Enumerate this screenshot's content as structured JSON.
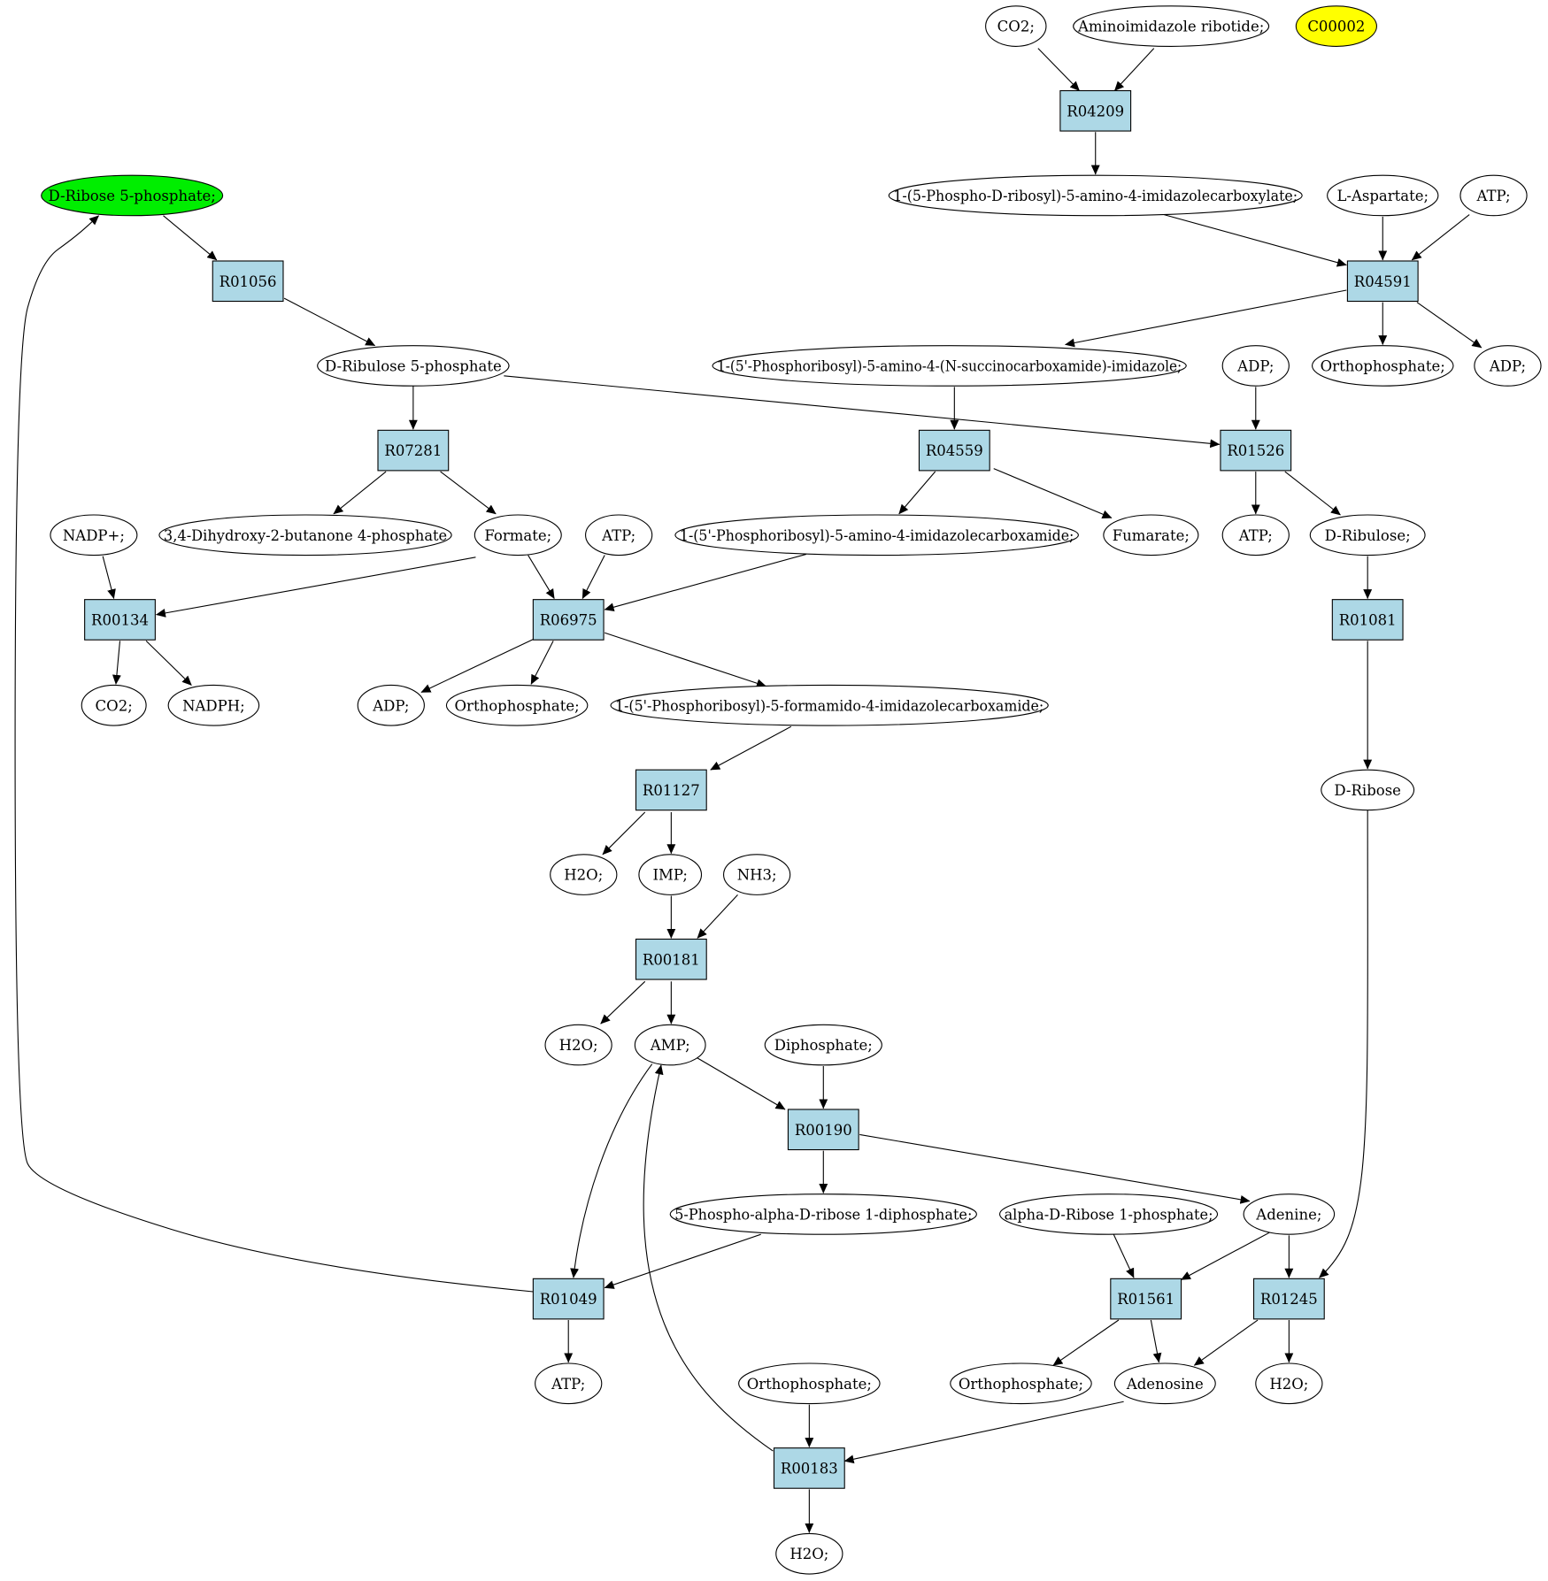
{
  "colors": {
    "reaction_fill": "#add8e6",
    "compound_fill": "#ffffff",
    "start_compound_fill": "#00ee00",
    "highlight_compound_fill": "#ffff00",
    "stroke": "#000000"
  },
  "reactions": {
    "R04209": "R04209",
    "R04591": "R04591",
    "R01056": "R01056",
    "R07281": "R07281",
    "R04559": "R04559",
    "R01526": "R01526",
    "R00134": "R00134",
    "R06975": "R06975",
    "R01081": "R01081",
    "R01127": "R01127",
    "R00181": "R00181",
    "R00190": "R00190",
    "R01049": "R01049",
    "R01561": "R01561",
    "R01245": "R01245",
    "R00183": "R00183"
  },
  "compounds": {
    "co2_top": "CO2;",
    "aminoimidazole_ribotide": "Aminoimidazole ribotide;",
    "c00002": "C00002",
    "d_ribose_5p": "D-Ribose 5-phosphate;",
    "pr_aic_carboxylate": "1-(5-Phospho-D-ribosyl)-5-amino-4-imidazolecarboxylate;",
    "l_aspartate": "L-Aspartate;",
    "atp_r04591": "ATP;",
    "d_ribulose_5p": "D-Ribulose 5-phosphate",
    "saicar": "1-(5'-Phosphoribosyl)-5-amino-4-(N-succinocarboxamide)-imidazole;",
    "adp_r01526": "ADP;",
    "orthophosphate_r04591": "Orthophosphate;",
    "adp_r04591": "ADP;",
    "nadp": "NADP+;",
    "dhbp": "3,4-Dihydroxy-2-butanone 4-phosphate",
    "formate": "Formate;",
    "atp_r06975": "ATP;",
    "aicar": "1-(5'-Phosphoribosyl)-5-amino-4-imidazolecarboxamide;",
    "fumarate": "Fumarate;",
    "atp_r01526": "ATP;",
    "d_ribulose": "D-Ribulose;",
    "co2_r00134": "CO2;",
    "nadph": "NADPH;",
    "adp_r06975": "ADP;",
    "orthophosphate_r06975": "Orthophosphate;",
    "faicar": "1-(5'-Phosphoribosyl)-5-formamido-4-imidazolecarboxamide;",
    "d_ribose": "D-Ribose",
    "h2o_r01127": "H2O;",
    "imp": "IMP;",
    "nh3": "NH3;",
    "h2o_r00181": "H2O;",
    "amp": "AMP;",
    "diphosphate": "Diphosphate;",
    "prpp": "5-Phospho-alpha-D-ribose 1-diphosphate;",
    "alpha_d_ribose_1p": "alpha-D-Ribose 1-phosphate;",
    "adenine": "Adenine;",
    "atp_r01049": "ATP;",
    "orthophosphate_r00183": "Orthophosphate;",
    "orthophosphate_r01561": "Orthophosphate;",
    "adenosine": "Adenosine",
    "h2o_r01245": "H2O;",
    "h2o_r00183": "H2O;"
  }
}
